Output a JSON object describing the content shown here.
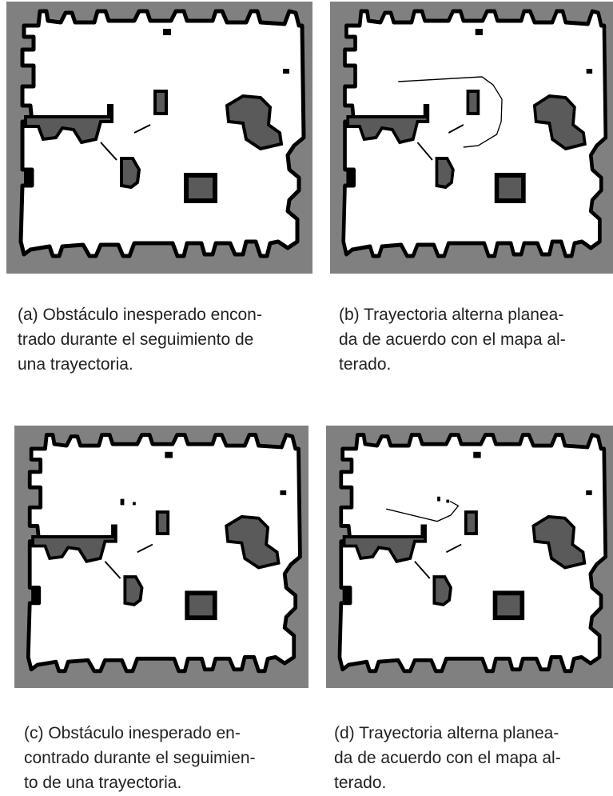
{
  "figure": {
    "panels": [
      {
        "id": "a",
        "caption_lines": [
          "(a) Obstáculo inesperado encon-",
          "trado durante el seguimiento de",
          "una trayectoria."
        ],
        "shows_trajectory": false,
        "shows_new_obstacle": false
      },
      {
        "id": "b",
        "caption_lines": [
          "(b) Trayectoria alterna planea-",
          "da de acuerdo con el mapa al-",
          "terado."
        ],
        "shows_trajectory": true,
        "shows_new_obstacle": false
      },
      {
        "id": "c",
        "caption_lines": [
          "(c) Obstáculo inesperado en-",
          "contrado durante el seguimien-",
          "to de una trayectoria."
        ],
        "shows_trajectory": false,
        "shows_new_obstacle": true
      },
      {
        "id": "d",
        "caption_lines": [
          "(d) Trayectoria alterna planea-",
          "da de acuerdo con el mapa al-",
          "terado."
        ],
        "shows_trajectory": true,
        "shows_new_obstacle": true
      }
    ],
    "colors": {
      "unknown": "#808080",
      "free": "#ffffff",
      "wall": "#000000",
      "obstacle_fill": "#5a5a5a"
    }
  }
}
